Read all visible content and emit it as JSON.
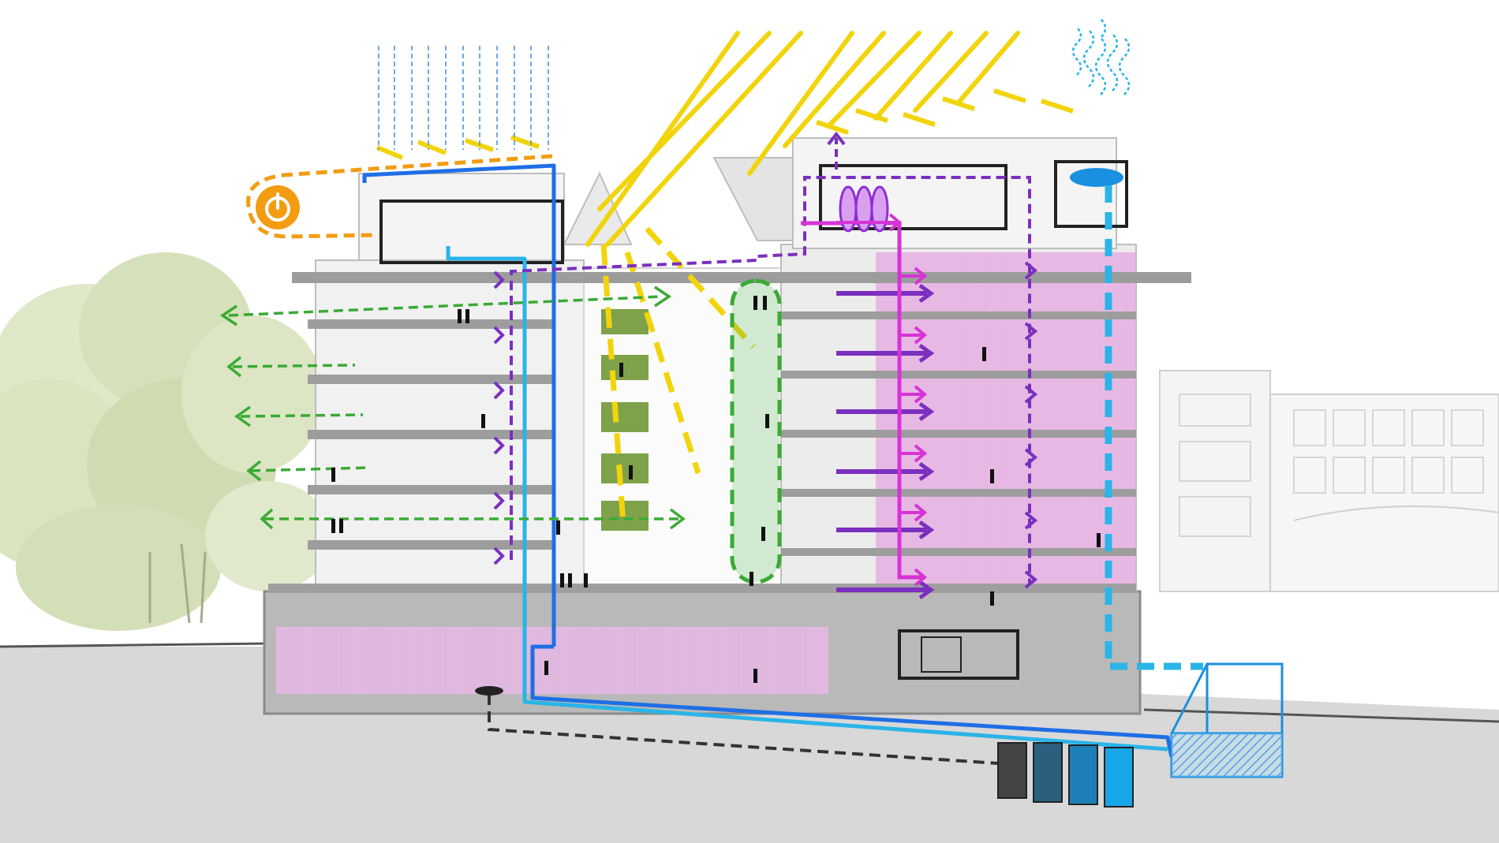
{
  "diagram": {
    "kind": "building-section-sustainability",
    "printed_text": [],
    "systems": [
      {
        "id": "solar-power",
        "icon": "power-icon",
        "color": "#f39c12"
      },
      {
        "id": "rainwater-collection",
        "icon": "rain-icon",
        "color": "#1e6fe6"
      },
      {
        "id": "natural-ventilation",
        "icon": "arrow-icon",
        "color": "#3aaa35"
      },
      {
        "id": "daylighting",
        "icon": "sun-ray-icon",
        "color": "#f2d40c"
      },
      {
        "id": "air-distribution",
        "icon": "arrow-icon",
        "color": "#7b2fbe"
      },
      {
        "id": "heat-recovery",
        "icon": "fan-coil-icon",
        "color": "#d633d6"
      },
      {
        "id": "cooling-tower",
        "icon": "heat-plume-icon",
        "color": "#2ab4e8"
      },
      {
        "id": "storage-tank",
        "icon": "tank-icon",
        "color": "#1b8fe0"
      },
      {
        "id": "battery-storage",
        "icon": "battery-icon",
        "color": "#2a6f8f"
      },
      {
        "id": "geothermal",
        "icon": "well-icon",
        "color": "#333333"
      }
    ]
  }
}
